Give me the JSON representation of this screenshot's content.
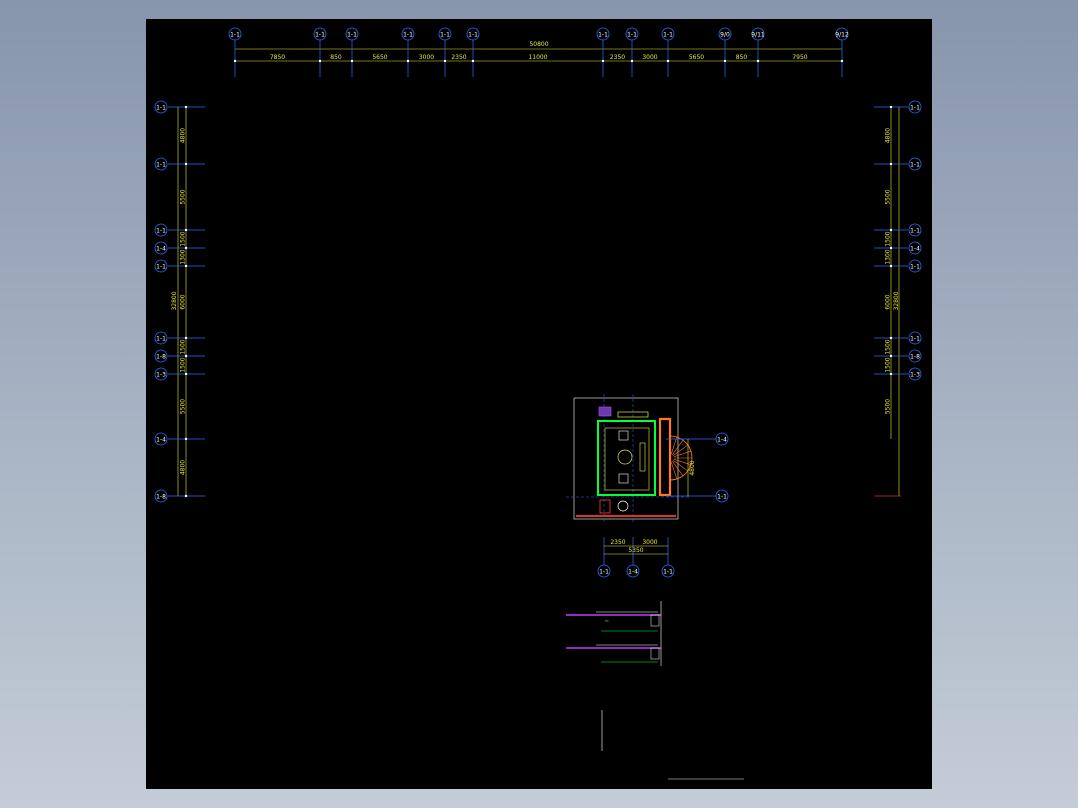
{
  "drawing": {
    "top_axes": [
      "1-1",
      "1-1",
      "1-1",
      "1-1",
      "1-1",
      "1-1",
      "1-1",
      "1-1",
      "1-1",
      "9/0",
      "9/11",
      "9/12"
    ],
    "top_dims": [
      "7850",
      "850",
      "5650",
      "3000",
      "2350",
      "11000",
      "2350",
      "3000",
      "5650",
      "850",
      "7950"
    ],
    "top_total": "50800",
    "left_axes": [
      "1-1",
      "1-1",
      "1-1",
      "1-4",
      "1-1",
      "1-1",
      "1-8",
      "1-3",
      "1-4",
      "1-8"
    ],
    "left_dims": [
      "4800",
      "5500",
      "1500",
      "1300",
      "6000",
      "1500",
      "1500",
      "5500",
      "4800"
    ],
    "left_total": "32800",
    "right_axes": [
      "1-1",
      "1-1",
      "1-1",
      "1-4",
      "1-1",
      "1-1",
      "1-8",
      "1-3"
    ],
    "right_dims": [
      "4800",
      "5500",
      "1500",
      "1300",
      "6000",
      "1500",
      "1500",
      "5500"
    ],
    "right_total": "32800",
    "detail_axes_right": [
      "1-4",
      "1-1"
    ],
    "detail_dim_right": "4800",
    "detail_dims_bottom": [
      "2350",
      "3000"
    ],
    "detail_total_bottom": "5350",
    "detail_axes_bottom": [
      "1-1",
      "1-4",
      "1-1"
    ],
    "section_label": "TC"
  },
  "colors": {
    "background": "#000000",
    "axis_bubble": "#2d6bff",
    "dimension_line": "#e8e83a",
    "wall": "#00ff3c",
    "stair": "#ff7a1a",
    "furniture": "#e8e83a",
    "section_line": "#c03cff"
  }
}
